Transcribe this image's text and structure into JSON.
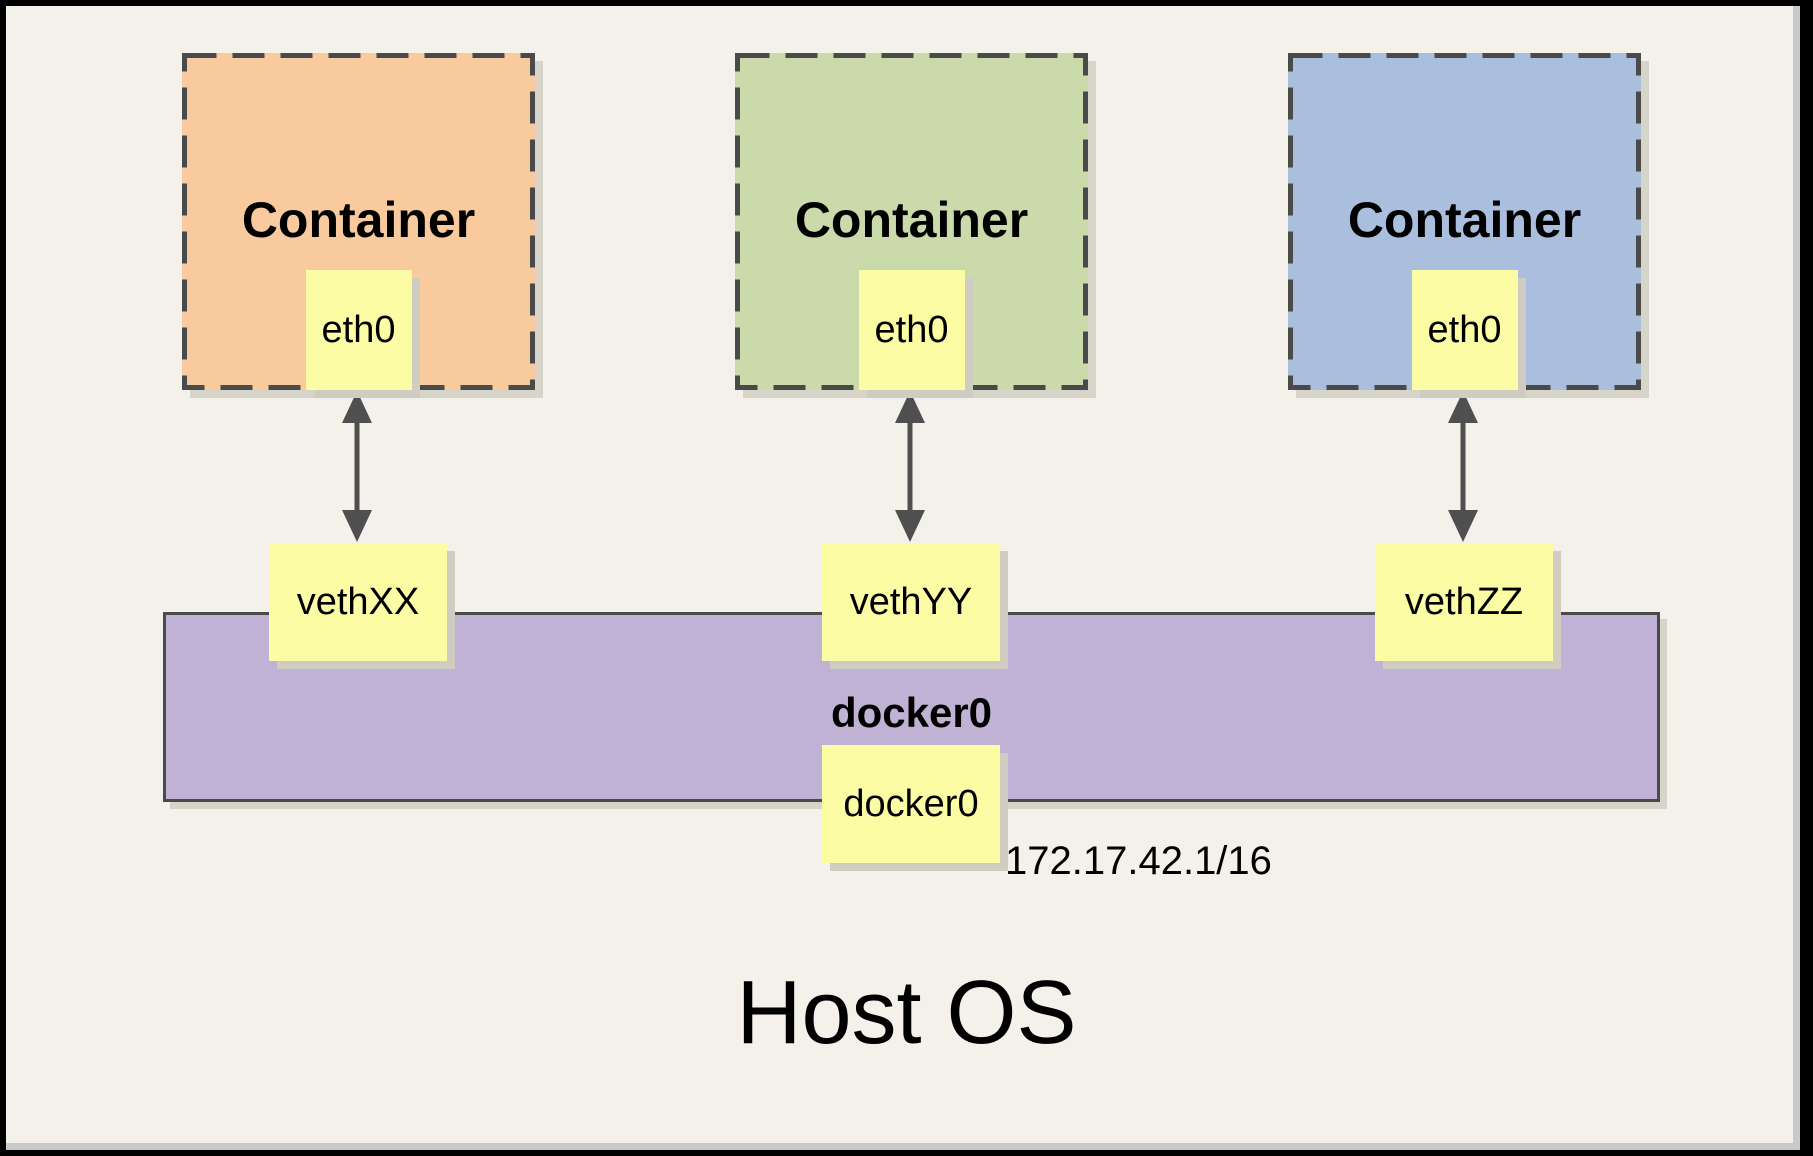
{
  "containers": [
    {
      "title": "Container",
      "interface_label": "eth0",
      "veth_label": "vethXX",
      "fill": "#F8CA9E"
    },
    {
      "title": "Container",
      "interface_label": "eth0",
      "veth_label": "vethYY",
      "fill": "#CBDAAA"
    },
    {
      "title": "Container",
      "interface_label": "eth0",
      "veth_label": "vethZZ",
      "fill": "#AABFDE"
    }
  ],
  "bridge": {
    "title": "docker0",
    "interface_label": "docker0",
    "ip_cidr": "172.17.42.1/16",
    "fill": "#C0B2D4"
  },
  "host": {
    "title": "Host OS"
  },
  "colors": {
    "panel_background": "#F4F1EA",
    "chip_yellow": "#FBFCA3",
    "dashed_border": "#4A4A4A",
    "arrow": "#4F4F4F"
  }
}
